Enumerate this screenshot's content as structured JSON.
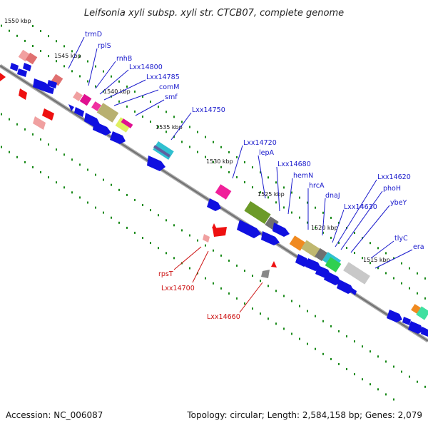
{
  "title": "Leifsonia xyli subsp. xyli str. CTCB07, complete genome",
  "footer": {
    "accession": "Accession: NC_006087",
    "summary": "Topology: circular; Length: 2,584,158 bp; Genes: 2,079"
  },
  "ticks": [
    "1550 kbp",
    "1545 kbp",
    "1540 kbp",
    "1535 kbp",
    "1530 kbp",
    "1525 kbp",
    "1520 kbp",
    "1515 kbp"
  ],
  "colors": {
    "forward_label": "#1a1acc",
    "reverse_label": "#cc1111",
    "backbone": "#808080",
    "cds_forward": "#1010e0",
    "cds_reverse": "#ee1010",
    "tick": "#1a8a1a"
  },
  "genes_forward": [
    "trmD",
    "rplS",
    "rnhB",
    "Lxx14800",
    "Lxx14785",
    "comM",
    "smf",
    "Lxx14750",
    "Lxx14720",
    "lepA",
    "Lxx14680",
    "hemN",
    "hrcA",
    "dnaJ",
    "Lxx14630",
    "Lxx14620",
    "phoH",
    "ybeY",
    "tlyC",
    "era"
  ],
  "genes_reverse": [
    "rpsT",
    "Lxx14700",
    "Lxx14660"
  ]
}
